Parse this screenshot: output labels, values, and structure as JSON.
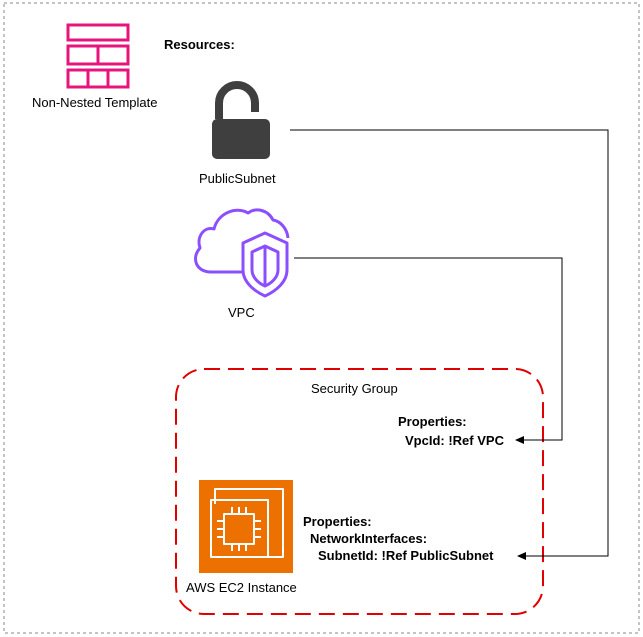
{
  "labels": {
    "template": "Non-Nested Template",
    "resources": "Resources:",
    "public_subnet": "PublicSubnet",
    "vpc": "VPC",
    "security_group": "Security Group",
    "sg_properties": "Properties:",
    "sg_vpcid": "VpcId: !Ref VPC",
    "ec2_properties": "Properties:",
    "ec2_network_interfaces": "NetworkInterfaces:",
    "ec2_subnet_id": "SubnetId: !Ref PublicSubnet",
    "ec2": "AWS EC2 Instance"
  },
  "colors": {
    "template_icon": "#e7157b",
    "lock_icon": "#3f3f3f",
    "vpc_icon": "#8c4fff",
    "security_group_border": "#e00000",
    "ec2_icon_bg": "#ed7100",
    "outer_border": "#8a8a8a",
    "connector": "#000000"
  },
  "icons": {
    "template": "template-grid-icon",
    "public_subnet": "padlock-open-icon",
    "vpc": "cloud-shield-icon",
    "ec2": "ec2-chip-icon"
  }
}
